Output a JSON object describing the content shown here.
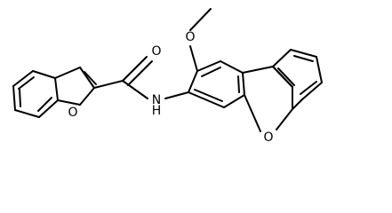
{
  "molecule": {
    "atoms": {
      "O_furan": "O",
      "O_carbonyl": "O",
      "N_amide": "N",
      "H_amide": "H",
      "O_methoxy": "O",
      "O_dibenzofuran": "O"
    }
  }
}
